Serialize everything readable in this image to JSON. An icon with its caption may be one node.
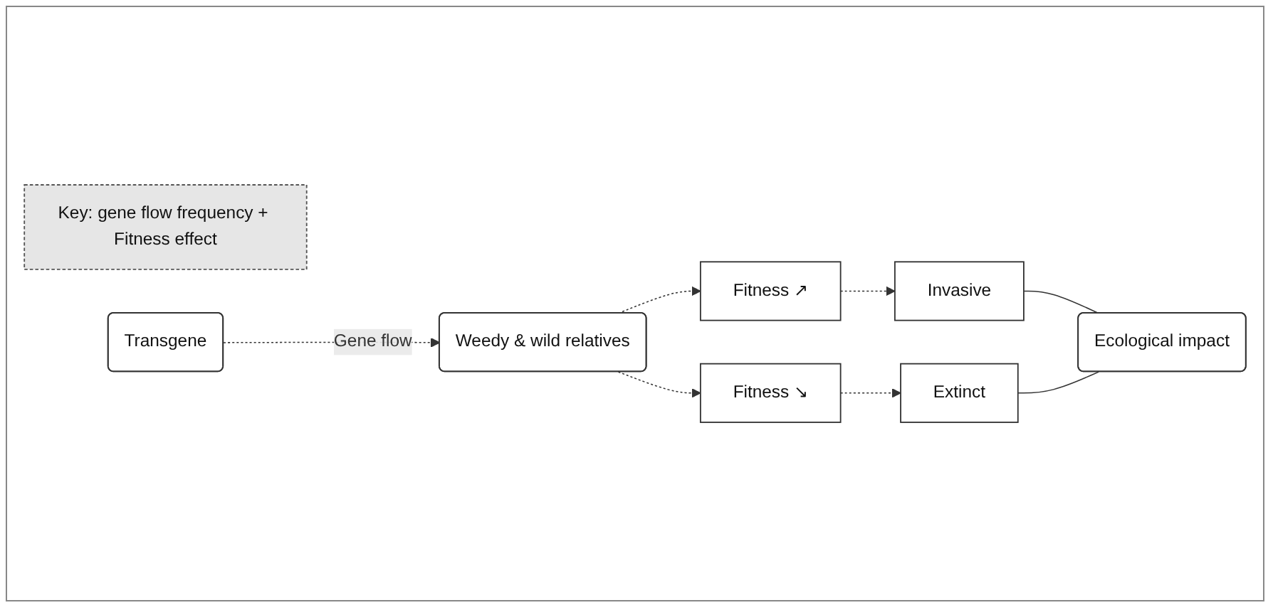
{
  "diagram": {
    "nodes": [
      {
        "text": [
          "Key: gene flow frequency + Fitness effect"
        ]
      },
      {
        "text": [
          "Transgene"
        ]
      },
      {
        "text": [
          "Weedy & wild relatives"
        ]
      },
      {
        "text": [
          "Fitness ↗"
        ]
      },
      {
        "text": [
          "Invasive"
        ]
      },
      {
        "text": [
          "Fitness ↘"
        ]
      },
      {
        "text": [
          "Extinct"
        ]
      },
      {
        "text": [
          "Ecological impact"
        ]
      }
    ],
    "edges": [
      {
        "from": 1,
        "to": 2,
        "arrow": "to",
        "label": "Gene flow",
        "style": "dashed"
      },
      {
        "from": 2,
        "to": 3,
        "arrow": "to",
        "style": "dashed"
      },
      {
        "from": 2,
        "to": 5,
        "arrow": "to",
        "style": "dashed"
      },
      {
        "from": 3,
        "to": 4,
        "arrow": "to",
        "style": "dashed"
      },
      {
        "from": 5,
        "to": 6,
        "arrow": "to",
        "style": "dashed"
      },
      {
        "from": 4,
        "to": 7,
        "arrow": "none"
      },
      {
        "from": 6,
        "to": 7,
        "arrow": "none"
      }
    ]
  }
}
